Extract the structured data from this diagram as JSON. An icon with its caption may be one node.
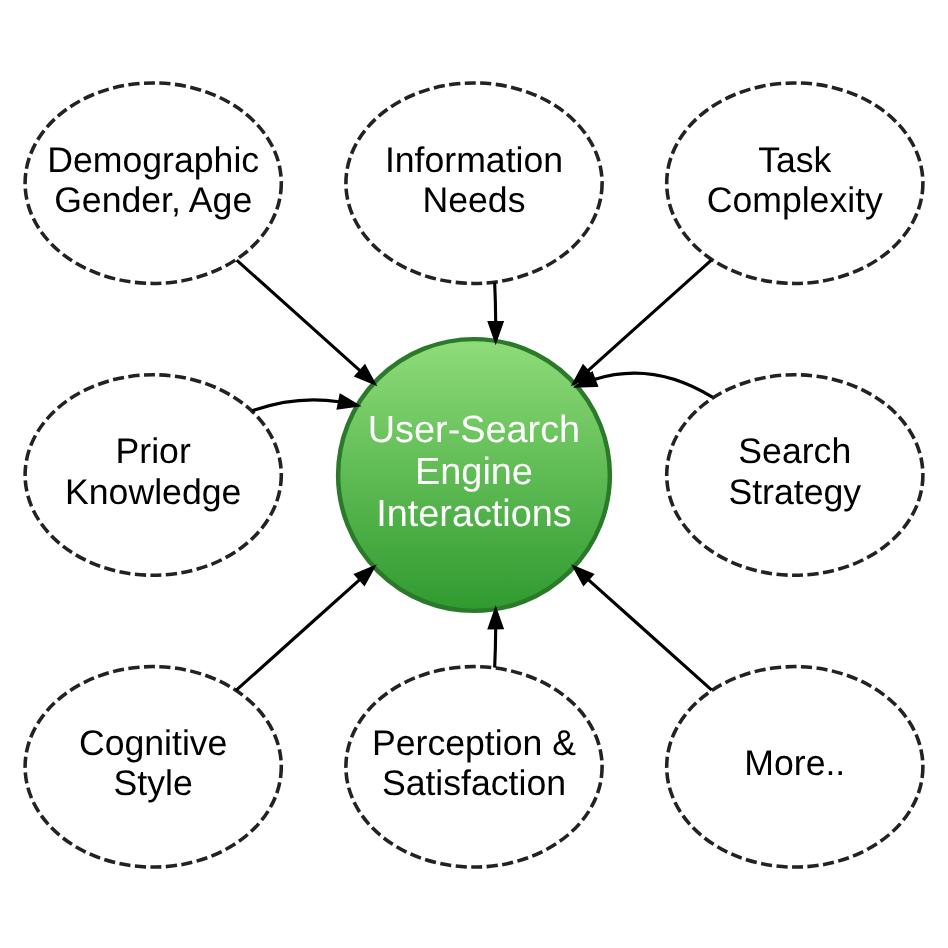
{
  "diagram": {
    "nodes": [
      {
        "text": [
          "Demographic Gender, Age"
        ]
      },
      {
        "text": [
          "Information Needs"
        ]
      },
      {
        "text": [
          "Task Complexity"
        ]
      },
      {
        "text": [
          "Prior Knowledge"
        ]
      },
      {
        "text": [
          "User-Search Engine Interactions"
        ]
      },
      {
        "text": [
          "Search Strategy"
        ]
      },
      {
        "text": [
          "Cognitive Style"
        ]
      },
      {
        "text": [
          "Perception & Satisfaction"
        ]
      },
      {
        "text": [
          "More.."
        ]
      }
    ],
    "edges": [
      {
        "from": 0,
        "to": 4,
        "arrow": "to"
      },
      {
        "from": 1,
        "to": 4,
        "arrow": "to"
      },
      {
        "from": 2,
        "to": 4,
        "arrow": "to"
      },
      {
        "from": 3,
        "to": 4,
        "arrow": "to"
      },
      {
        "from": 5,
        "to": 4,
        "arrow": "to"
      },
      {
        "from": 6,
        "to": 4,
        "arrow": "to"
      },
      {
        "from": 7,
        "to": 4,
        "arrow": "to"
      },
      {
        "from": 8,
        "to": 4,
        "arrow": "to"
      }
    ]
  }
}
